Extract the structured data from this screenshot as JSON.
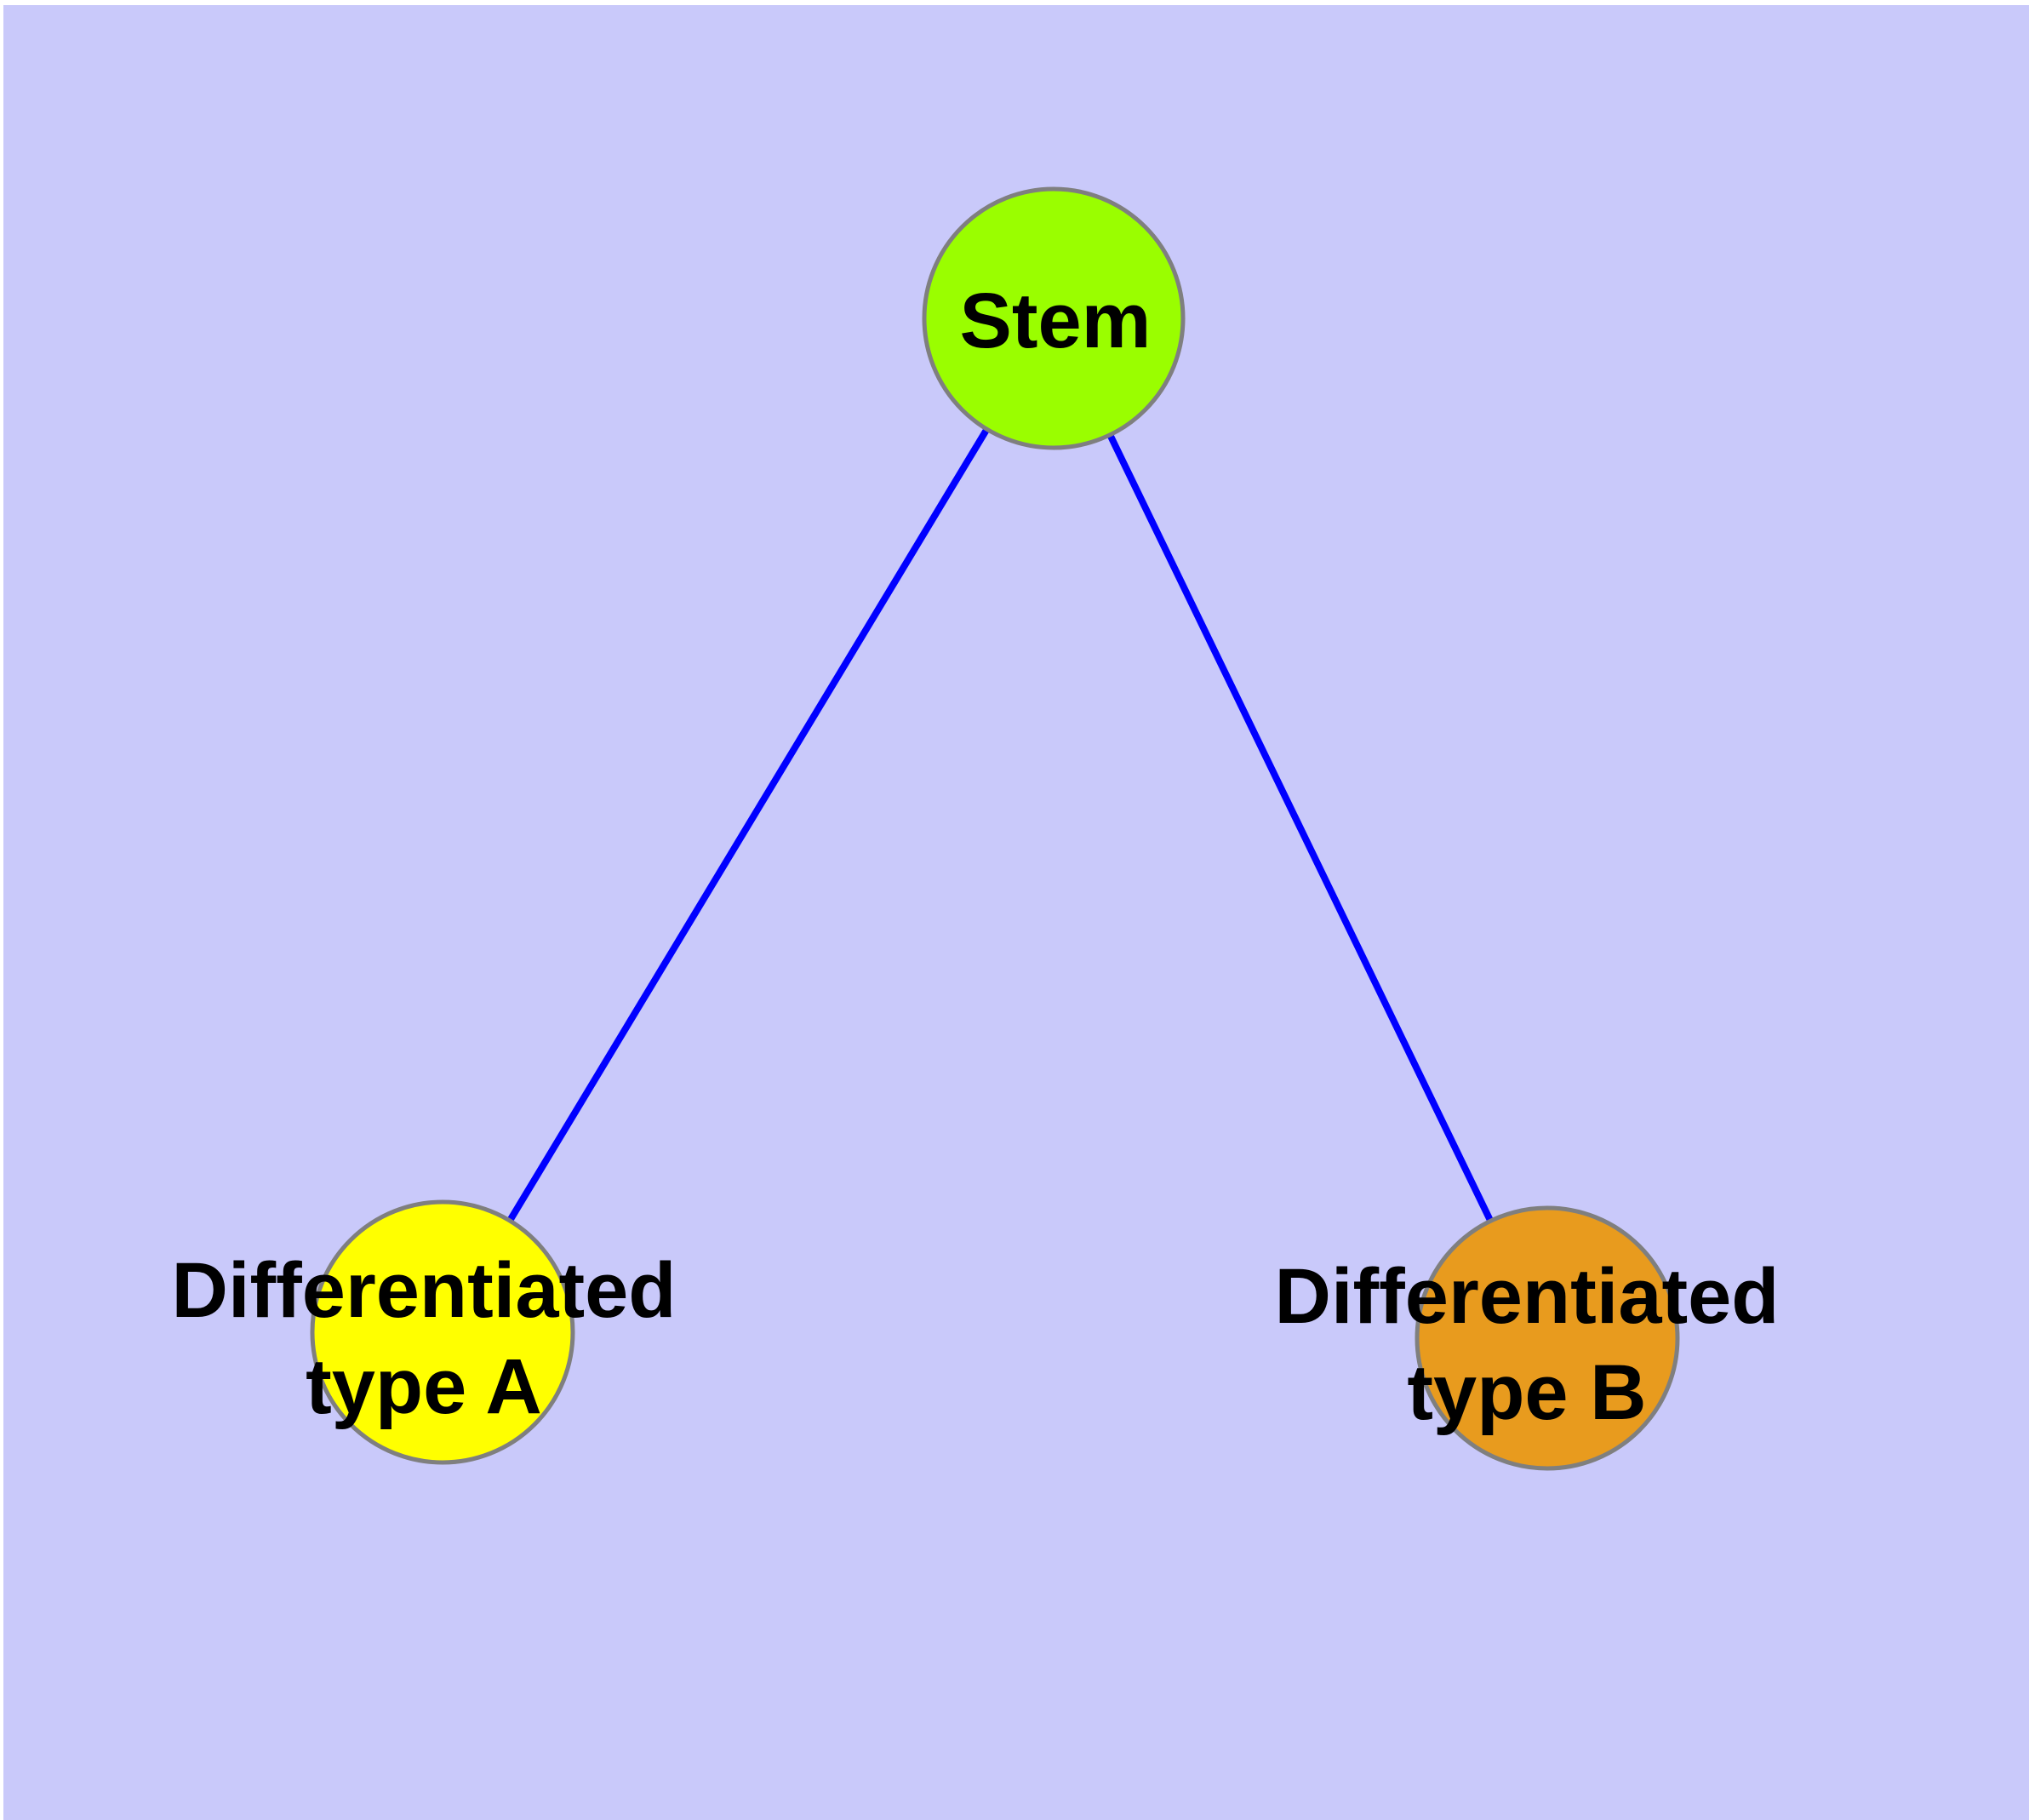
{
  "diagram": {
    "background_color": "#c9c9fa",
    "frame_color": "#ffffff",
    "edge_color": "#0000ff",
    "node_border_color": "#7f7f7f",
    "label_color": "#000000",
    "nodes": [
      {
        "id": "stem",
        "label": "Stem",
        "lines": [
          "Stem"
        ],
        "fill": "#9afe00"
      },
      {
        "id": "differentiated-type-a",
        "label": "Differentiated type A",
        "lines": [
          "Differentiated",
          "type A"
        ],
        "fill": "#ffff00"
      },
      {
        "id": "differentiated-type-b",
        "label": "Differentiated type B",
        "lines": [
          "Differentiated",
          "type B"
        ],
        "fill": "#e89b1e"
      }
    ],
    "edges": [
      {
        "from": "Stem",
        "to": "Differentiated type A"
      },
      {
        "from": "Stem",
        "to": "Differentiated type B"
      }
    ]
  }
}
